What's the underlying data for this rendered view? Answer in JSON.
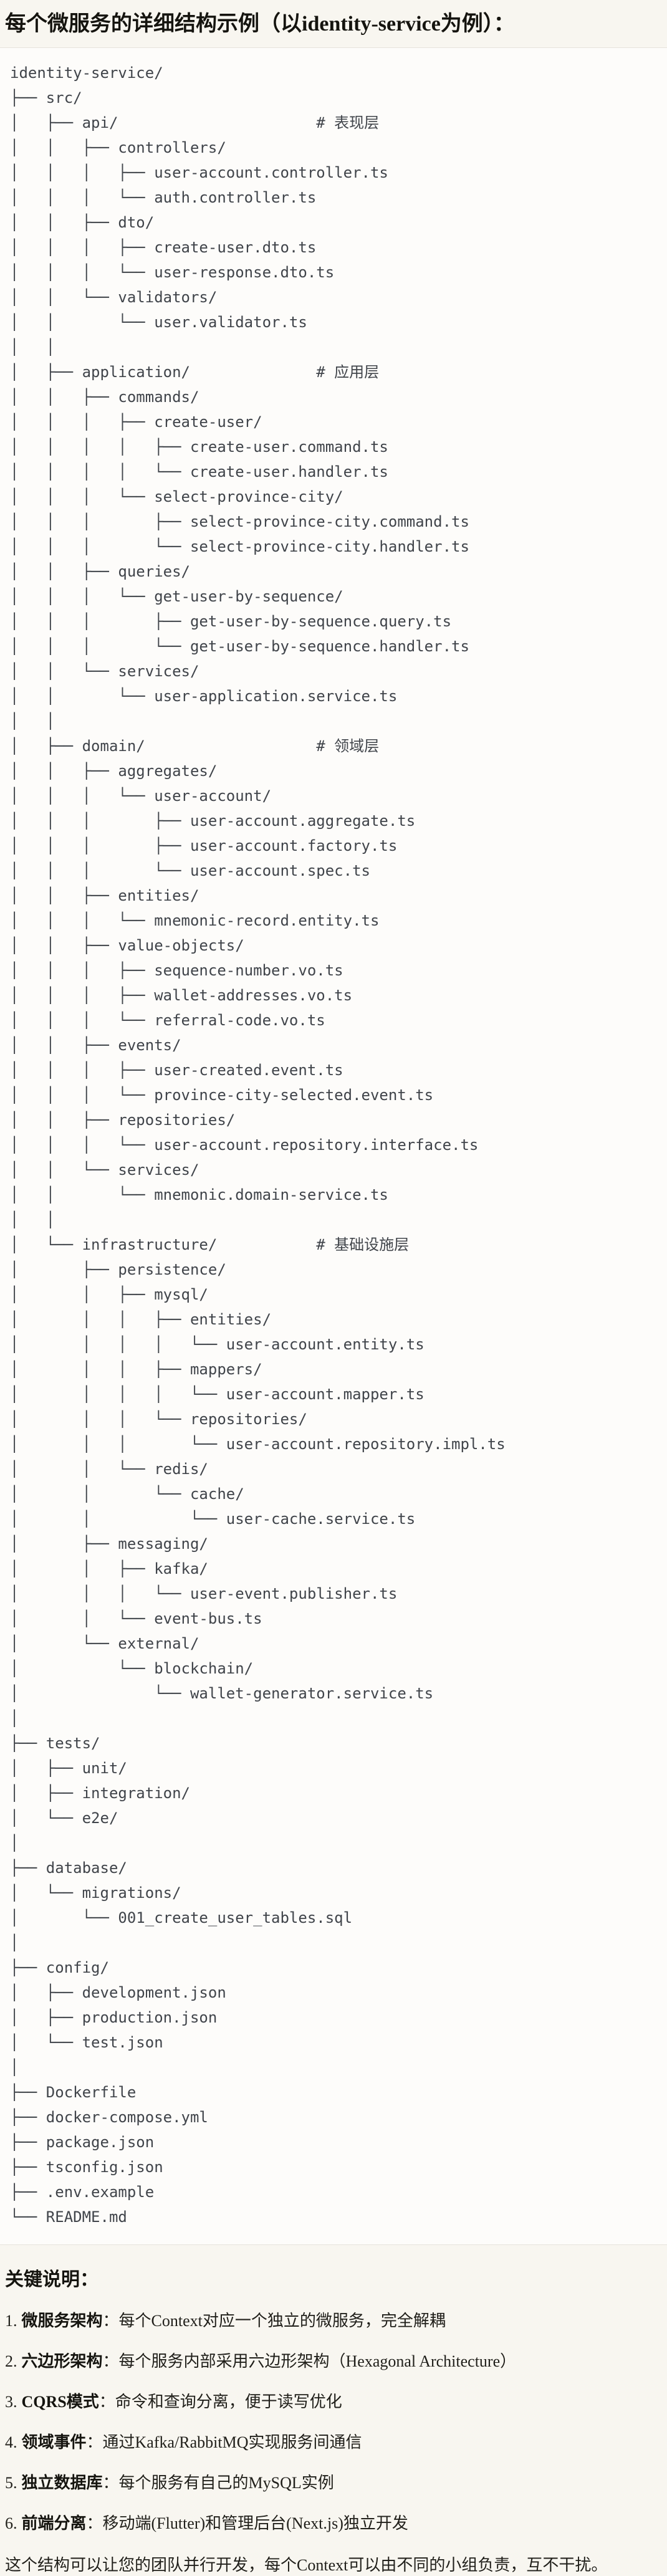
{
  "page": {
    "title": "每个微服务的详细结构示例（以identity-service为例）："
  },
  "code_block": {
    "content_type": "directory-tree",
    "comments": [
      "# 表现层",
      "# 应用层",
      "# 领域层",
      "# 基础设施层"
    ],
    "lines": [
      "identity-service/",
      "├── src/",
      "│   ├── api/                      # 表现层",
      "│   │   ├── controllers/",
      "│   │   │   ├── user-account.controller.ts",
      "│   │   │   └── auth.controller.ts",
      "│   │   ├── dto/",
      "│   │   │   ├── create-user.dto.ts",
      "│   │   │   └── user-response.dto.ts",
      "│   │   └── validators/",
      "│   │       └── user.validator.ts",
      "│   │",
      "│   ├── application/              # 应用层",
      "│   │   ├── commands/",
      "│   │   │   ├── create-user/",
      "│   │   │   │   ├── create-user.command.ts",
      "│   │   │   │   └── create-user.handler.ts",
      "│   │   │   └── select-province-city/",
      "│   │   │       ├── select-province-city.command.ts",
      "│   │   │       └── select-province-city.handler.ts",
      "│   │   ├── queries/",
      "│   │   │   └── get-user-by-sequence/",
      "│   │   │       ├── get-user-by-sequence.query.ts",
      "│   │   │       └── get-user-by-sequence.handler.ts",
      "│   │   └── services/",
      "│   │       └── user-application.service.ts",
      "│   │",
      "│   ├── domain/                   # 领域层",
      "│   │   ├── aggregates/",
      "│   │   │   └── user-account/",
      "│   │   │       ├── user-account.aggregate.ts",
      "│   │   │       ├── user-account.factory.ts",
      "│   │   │       └── user-account.spec.ts",
      "│   │   ├── entities/",
      "│   │   │   └── mnemonic-record.entity.ts",
      "│   │   ├── value-objects/",
      "│   │   │   ├── sequence-number.vo.ts",
      "│   │   │   ├── wallet-addresses.vo.ts",
      "│   │   │   └── referral-code.vo.ts",
      "│   │   ├── events/",
      "│   │   │   ├── user-created.event.ts",
      "│   │   │   └── province-city-selected.event.ts",
      "│   │   ├── repositories/",
      "│   │   │   └── user-account.repository.interface.ts",
      "│   │   └── services/",
      "│   │       └── mnemonic.domain-service.ts",
      "│   │",
      "│   └── infrastructure/           # 基础设施层",
      "│       ├── persistence/",
      "│       │   ├── mysql/",
      "│       │   │   ├── entities/",
      "│       │   │   │   └── user-account.entity.ts",
      "│       │   │   ├── mappers/",
      "│       │   │   │   └── user-account.mapper.ts",
      "│       │   │   └── repositories/",
      "│       │   │       └── user-account.repository.impl.ts",
      "│       │   └── redis/",
      "│       │       └── cache/",
      "│       │           └── user-cache.service.ts",
      "│       ├── messaging/",
      "│       │   ├── kafka/",
      "│       │   │   └── user-event.publisher.ts",
      "│       │   └── event-bus.ts",
      "│       └── external/",
      "│           └── blockchain/",
      "│               └── wallet-generator.service.ts",
      "│",
      "├── tests/",
      "│   ├── unit/",
      "│   ├── integration/",
      "│   └── e2e/",
      "│",
      "├── database/",
      "│   └── migrations/",
      "│       └── 001_create_user_tables.sql",
      "│",
      "├── config/",
      "│   ├── development.json",
      "│   ├── production.json",
      "│   └── test.json",
      "│",
      "├── Dockerfile",
      "├── docker-compose.yml",
      "├── package.json",
      "├── tsconfig.json",
      "├── .env.example",
      "└── README.md"
    ]
  },
  "notes": {
    "heading": "关键说明：",
    "items": [
      {
        "num": "1.",
        "label": "微服务架构",
        "text": "：每个Context对应一个独立的微服务，完全解耦"
      },
      {
        "num": "2.",
        "label": "六边形架构",
        "text": "：每个服务内部采用六边形架构（Hexagonal Architecture）"
      },
      {
        "num": "3.",
        "label": "CQRS模式",
        "text": "：命令和查询分离，便于读写优化"
      },
      {
        "num": "4.",
        "label": "领域事件",
        "text": "：通过Kafka/RabbitMQ实现服务间通信"
      },
      {
        "num": "5.",
        "label": "独立数据库",
        "text": "：每个服务有自己的MySQL实例"
      },
      {
        "num": "6.",
        "label": "前端分离",
        "text": "：移动端(Flutter)和管理后台(Next.js)独立开发"
      }
    ],
    "closing": "这个结构可以让您的团队并行开发，每个Context可以由不同的小组负责，互不干扰。"
  },
  "colors": {
    "page_bg": "#f8f6f0",
    "code_bg": "#fdfcfa",
    "border": "#e6e3dc",
    "tree_text": "#40444a",
    "heading_text": "#15140f"
  }
}
